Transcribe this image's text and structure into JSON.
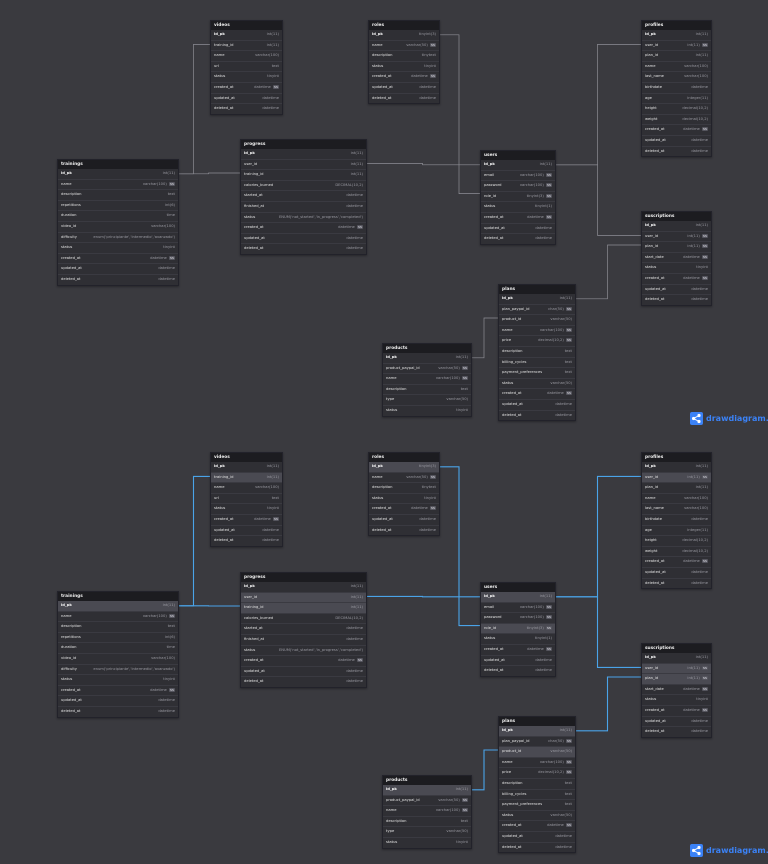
{
  "brand": {
    "text": "drawdiagram.io",
    "color": "#3b82f6"
  },
  "link_colors": {
    "normal": "#8d8d95",
    "highlight": "#4aa3e8"
  },
  "views": [
    {
      "tables": [
        {
          "id": "videos",
          "name": "videos",
          "cols": [
            {
              "n": "id_pk",
              "t": "int(11)",
              "pk": true
            },
            {
              "n": "training_id",
              "t": "int(11)"
            },
            {
              "n": "name",
              "t": "varchar(100)"
            },
            {
              "n": "url",
              "t": "text"
            },
            {
              "n": "status",
              "t": "tinyint"
            },
            {
              "n": "created_at",
              "t": "datetime",
              "b": "NN"
            },
            {
              "n": "updated_at",
              "t": "datetime"
            },
            {
              "n": "deleted_at",
              "t": "datetime"
            }
          ]
        },
        {
          "id": "roles",
          "name": "roles",
          "cols": [
            {
              "n": "id_pk",
              "t": "tinyint(3)",
              "pk": true
            },
            {
              "n": "name",
              "t": "varchar(50)",
              "b": "NN"
            },
            {
              "n": "description",
              "t": "tinytext"
            },
            {
              "n": "status",
              "t": "tinyint"
            },
            {
              "n": "created_at",
              "t": "datetime",
              "b": "NN"
            },
            {
              "n": "updated_at",
              "t": "datetime"
            },
            {
              "n": "deleted_at",
              "t": "datetime"
            }
          ]
        },
        {
          "id": "profiles",
          "name": "profiles",
          "cols": [
            {
              "n": "id_pk",
              "t": "int(11)",
              "pk": true
            },
            {
              "n": "user_id",
              "t": "int(11)",
              "b": "NN"
            },
            {
              "n": "plan_id",
              "t": "int(11)"
            },
            {
              "n": "name",
              "t": "varchar(100)"
            },
            {
              "n": "last_name",
              "t": "varchar(100)"
            },
            {
              "n": "birthdate",
              "t": "datetime"
            },
            {
              "n": "age",
              "t": "integer(11)"
            },
            {
              "n": "height",
              "t": "decimal(10,2)"
            },
            {
              "n": "weight",
              "t": "decimal(10,2)"
            },
            {
              "n": "created_at",
              "t": "datetime",
              "b": "NN"
            },
            {
              "n": "updated_at",
              "t": "datetime"
            },
            {
              "n": "deleted_at",
              "t": "datetime"
            }
          ]
        },
        {
          "id": "progress",
          "name": "progress",
          "cols": [
            {
              "n": "id_pk",
              "t": "int(11)",
              "pk": true
            },
            {
              "n": "user_id",
              "t": "int(11)"
            },
            {
              "n": "training_id",
              "t": "int(11)"
            },
            {
              "n": "calories_burned",
              "t": "DECIMAL(10,2)"
            },
            {
              "n": "started_at",
              "t": "datetime"
            },
            {
              "n": "finished_at",
              "t": "datetime"
            },
            {
              "n": "status",
              "t": "ENUM('not_started','in_progress','completed')"
            },
            {
              "n": "created_at",
              "t": "datetime",
              "b": "NN"
            },
            {
              "n": "updated_at",
              "t": "datetime"
            },
            {
              "n": "deleted_at",
              "t": "datetime"
            }
          ]
        },
        {
          "id": "trainings",
          "name": "trainings",
          "cols": [
            {
              "n": "id_pk",
              "t": "int(11)",
              "pk": true
            },
            {
              "n": "name",
              "t": "varchar(100)",
              "b": "NN"
            },
            {
              "n": "description",
              "t": "text"
            },
            {
              "n": "repetitions",
              "t": "int(6)"
            },
            {
              "n": "duration",
              "t": "time"
            },
            {
              "n": "video_id",
              "t": "varchar(100)"
            },
            {
              "n": "difficulty",
              "t": "enum('principiante','intermedio','avanzado')"
            },
            {
              "n": "status",
              "t": "tinyint"
            },
            {
              "n": "created_at",
              "t": "datetime",
              "b": "NN"
            },
            {
              "n": "updated_at",
              "t": "datetime"
            },
            {
              "n": "deleted_at",
              "t": "datetime"
            }
          ]
        },
        {
          "id": "users",
          "name": "users",
          "cols": [
            {
              "n": "id_pk",
              "t": "int(11)",
              "pk": true
            },
            {
              "n": "email",
              "t": "varchar(100)",
              "b": "NN"
            },
            {
              "n": "password",
              "t": "varchar(100)",
              "b": "NN"
            },
            {
              "n": "role_id",
              "t": "tinyint(3)",
              "b": "NN"
            },
            {
              "n": "status",
              "t": "tinyint(1)"
            },
            {
              "n": "created_at",
              "t": "datetime",
              "b": "NN"
            },
            {
              "n": "updated_at",
              "t": "datetime"
            },
            {
              "n": "deleted_at",
              "t": "datetime"
            }
          ]
        },
        {
          "id": "suscriptions",
          "name": "suscriptions",
          "cols": [
            {
              "n": "id_pk",
              "t": "int(11)",
              "pk": true
            },
            {
              "n": "user_id",
              "t": "int(11)",
              "b": "NN"
            },
            {
              "n": "plan_id",
              "t": "int(11)",
              "b": "NN"
            },
            {
              "n": "start_date",
              "t": "datetime",
              "b": "NN"
            },
            {
              "n": "status",
              "t": "tinyint"
            },
            {
              "n": "created_at",
              "t": "datetime",
              "b": "NN"
            },
            {
              "n": "updated_at",
              "t": "datetime"
            },
            {
              "n": "deleted_at",
              "t": "datetime"
            }
          ]
        },
        {
          "id": "plans",
          "name": "plans",
          "cols": [
            {
              "n": "id_pk",
              "t": "int(11)",
              "pk": true
            },
            {
              "n": "plan_paypal_id",
              "t": "char(50)",
              "b": "NN"
            },
            {
              "n": "product_id",
              "t": "varchar(50)"
            },
            {
              "n": "name",
              "t": "varchar(100)",
              "b": "NN"
            },
            {
              "n": "price",
              "t": "decimal(10,2)",
              "b": "NN"
            },
            {
              "n": "description",
              "t": "text"
            },
            {
              "n": "billing_cycles",
              "t": "text"
            },
            {
              "n": "payment_preferences",
              "t": "text"
            },
            {
              "n": "status",
              "t": "varchar(50)"
            },
            {
              "n": "created_at",
              "t": "datetime",
              "b": "NN"
            },
            {
              "n": "updated_at",
              "t": "datetime"
            },
            {
              "n": "deleted_at",
              "t": "datetime"
            }
          ]
        },
        {
          "id": "products",
          "name": "products",
          "cols": [
            {
              "n": "id_pk",
              "t": "int(11)",
              "pk": true
            },
            {
              "n": "product_paypal_id",
              "t": "varchar(50)",
              "b": "NN"
            },
            {
              "n": "name",
              "t": "varchar(100)",
              "b": "NN"
            },
            {
              "n": "description",
              "t": "text"
            },
            {
              "n": "type",
              "t": "varchar(50)"
            },
            {
              "n": "status",
              "t": "tinyint"
            }
          ]
        }
      ]
    },
    {
      "tables": [
        {
          "id": "videos",
          "name": "videos",
          "cols": [
            {
              "n": "id_pk",
              "t": "int(11)",
              "pk": true
            },
            {
              "n": "training_id",
              "t": "int(11)",
              "hl": true
            },
            {
              "n": "name",
              "t": "varchar(100)"
            },
            {
              "n": "url",
              "t": "text"
            },
            {
              "n": "status",
              "t": "tinyint"
            },
            {
              "n": "created_at",
              "t": "datetime",
              "b": "NN"
            },
            {
              "n": "updated_at",
              "t": "datetime"
            },
            {
              "n": "deleted_at",
              "t": "datetime"
            }
          ]
        },
        {
          "id": "roles",
          "name": "roles",
          "cols": [
            {
              "n": "id_pk",
              "t": "tinyint(3)",
              "pk": true,
              "hl": true
            },
            {
              "n": "name",
              "t": "varchar(50)",
              "b": "NN"
            },
            {
              "n": "description",
              "t": "tinytext"
            },
            {
              "n": "status",
              "t": "tinyint"
            },
            {
              "n": "created_at",
              "t": "datetime",
              "b": "NN"
            },
            {
              "n": "updated_at",
              "t": "datetime"
            },
            {
              "n": "deleted_at",
              "t": "datetime"
            }
          ]
        },
        {
          "id": "profiles",
          "name": "profiles",
          "cols": [
            {
              "n": "id_pk",
              "t": "int(11)",
              "pk": true
            },
            {
              "n": "user_id",
              "t": "int(11)",
              "b": "NN",
              "hl": true
            },
            {
              "n": "plan_id",
              "t": "int(11)"
            },
            {
              "n": "name",
              "t": "varchar(100)"
            },
            {
              "n": "last_name",
              "t": "varchar(100)"
            },
            {
              "n": "birthdate",
              "t": "datetime"
            },
            {
              "n": "age",
              "t": "integer(11)"
            },
            {
              "n": "height",
              "t": "decimal(10,2)"
            },
            {
              "n": "weight",
              "t": "decimal(10,2)"
            },
            {
              "n": "created_at",
              "t": "datetime",
              "b": "NN"
            },
            {
              "n": "updated_at",
              "t": "datetime"
            },
            {
              "n": "deleted_at",
              "t": "datetime"
            }
          ]
        },
        {
          "id": "progress",
          "name": "progress",
          "cols": [
            {
              "n": "id_pk",
              "t": "int(11)",
              "pk": true
            },
            {
              "n": "user_id",
              "t": "int(11)",
              "hl": true
            },
            {
              "n": "training_id",
              "t": "int(11)",
              "hl": true
            },
            {
              "n": "calories_burned",
              "t": "DECIMAL(10,2)"
            },
            {
              "n": "started_at",
              "t": "datetime"
            },
            {
              "n": "finished_at",
              "t": "datetime"
            },
            {
              "n": "status",
              "t": "ENUM('not_started','in_progress','completed')"
            },
            {
              "n": "created_at",
              "t": "datetime",
              "b": "NN"
            },
            {
              "n": "updated_at",
              "t": "datetime"
            },
            {
              "n": "deleted_at",
              "t": "datetime"
            }
          ]
        },
        {
          "id": "trainings",
          "name": "trainings",
          "cols": [
            {
              "n": "id_pk",
              "t": "int(11)",
              "pk": true,
              "hl": true
            },
            {
              "n": "name",
              "t": "varchar(100)",
              "b": "NN"
            },
            {
              "n": "description",
              "t": "text"
            },
            {
              "n": "repetitions",
              "t": "int(6)"
            },
            {
              "n": "duration",
              "t": "time"
            },
            {
              "n": "video_id",
              "t": "varchar(100)"
            },
            {
              "n": "difficulty",
              "t": "enum('principiante','intermedio','avanzado')"
            },
            {
              "n": "status",
              "t": "tinyint"
            },
            {
              "n": "created_at",
              "t": "datetime",
              "b": "NN"
            },
            {
              "n": "updated_at",
              "t": "datetime"
            },
            {
              "n": "deleted_at",
              "t": "datetime"
            }
          ]
        },
        {
          "id": "users",
          "name": "users",
          "cols": [
            {
              "n": "id_pk",
              "t": "int(11)",
              "pk": true,
              "hl": true
            },
            {
              "n": "email",
              "t": "varchar(100)",
              "b": "NN"
            },
            {
              "n": "password",
              "t": "varchar(100)",
              "b": "NN"
            },
            {
              "n": "role_id",
              "t": "tinyint(3)",
              "b": "NN",
              "hl": true
            },
            {
              "n": "status",
              "t": "tinyint(1)"
            },
            {
              "n": "created_at",
              "t": "datetime",
              "b": "NN"
            },
            {
              "n": "updated_at",
              "t": "datetime"
            },
            {
              "n": "deleted_at",
              "t": "datetime"
            }
          ]
        },
        {
          "id": "suscriptions",
          "name": "suscriptions",
          "cols": [
            {
              "n": "id_pk",
              "t": "int(11)",
              "pk": true
            },
            {
              "n": "user_id",
              "t": "int(11)",
              "b": "NN",
              "hl": true
            },
            {
              "n": "plan_id",
              "t": "int(11)",
              "b": "NN",
              "hl": true
            },
            {
              "n": "start_date",
              "t": "datetime",
              "b": "NN"
            },
            {
              "n": "status",
              "t": "tinyint"
            },
            {
              "n": "created_at",
              "t": "datetime",
              "b": "NN"
            },
            {
              "n": "updated_at",
              "t": "datetime"
            },
            {
              "n": "deleted_at",
              "t": "datetime"
            }
          ]
        },
        {
          "id": "plans",
          "name": "plans",
          "cols": [
            {
              "n": "id_pk",
              "t": "int(11)",
              "pk": true,
              "hl": true
            },
            {
              "n": "plan_paypal_id",
              "t": "char(50)",
              "b": "NN"
            },
            {
              "n": "product_id",
              "t": "varchar(50)",
              "hl": true
            },
            {
              "n": "name",
              "t": "varchar(100)",
              "b": "NN"
            },
            {
              "n": "price",
              "t": "decimal(10,2)",
              "b": "NN"
            },
            {
              "n": "description",
              "t": "text"
            },
            {
              "n": "billing_cycles",
              "t": "text"
            },
            {
              "n": "payment_preferences",
              "t": "text"
            },
            {
              "n": "status",
              "t": "varchar(50)"
            },
            {
              "n": "created_at",
              "t": "datetime",
              "b": "NN"
            },
            {
              "n": "updated_at",
              "t": "datetime"
            },
            {
              "n": "deleted_at",
              "t": "datetime"
            }
          ]
        },
        {
          "id": "products",
          "name": "products",
          "cols": [
            {
              "n": "id_pk",
              "t": "int(11)",
              "pk": true,
              "hl": true
            },
            {
              "n": "product_paypal_id",
              "t": "varchar(50)",
              "b": "NN"
            },
            {
              "n": "name",
              "t": "varchar(100)",
              "b": "NN"
            },
            {
              "n": "description",
              "t": "text"
            },
            {
              "n": "type",
              "t": "varchar(50)"
            },
            {
              "n": "status",
              "t": "tinyint"
            }
          ]
        }
      ]
    }
  ]
}
